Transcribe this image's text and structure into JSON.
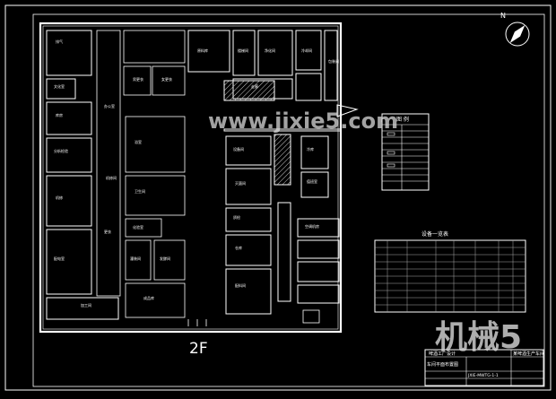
{
  "floor_label": "2F",
  "watermark_url": "www.jixie5.com",
  "watermark_logo": "机械5",
  "north_marker": "N",
  "legend_title": "图 例",
  "table_heading": "设备一览表",
  "rooms": [
    "排气",
    "文化室",
    "库房",
    "分析检验",
    "机修",
    "配电室",
    "加工间",
    "办公室",
    "机修间",
    "更衣",
    "男更衣",
    "女更衣",
    "浴室",
    "卫生间",
    "化验室",
    "灌装间",
    "发酵间",
    "成品库",
    "原料库",
    "楼梯间",
    "净化间",
    "冷却间",
    "包装间",
    "走廊",
    "设备间",
    "灭菌间",
    "质检",
    "仓库",
    "配料间",
    "冷库",
    "值班室",
    "空调机房"
  ],
  "title_block": {
    "company": "某啤酒生产车间",
    "drawing_name": "车间平面布置图",
    "drawing_no": "JXIE-MWTG-1-1",
    "project": "啤酒工厂设计"
  },
  "colors": {
    "background": "#000000",
    "wall": "#ffffff",
    "grid": "#aaaaaa",
    "watermark": "#d8d8d8"
  }
}
